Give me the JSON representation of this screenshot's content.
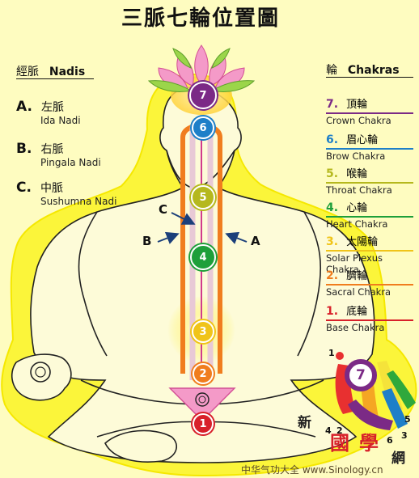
{
  "title": "三脈七輪位置圖",
  "nadis": {
    "header_zh": "經脈",
    "header_en": "Nadis",
    "items": [
      {
        "letter": "A.",
        "zh": "左脈",
        "en": "Ida Nadi"
      },
      {
        "letter": "B.",
        "zh": "右脈",
        "en": "Pingala Nadi"
      },
      {
        "letter": "C.",
        "zh": "中脈",
        "en": "Sushumna Nadi"
      }
    ]
  },
  "chakras": {
    "header_zh": "輪",
    "header_en": "Chakras",
    "items": [
      {
        "num": "7.",
        "zh": "頂輪",
        "en": "Crown Chakra",
        "color": "#7b2a86"
      },
      {
        "num": "6.",
        "zh": "眉心輪",
        "en": "Brow Chakra",
        "color": "#1e7fc8"
      },
      {
        "num": "5.",
        "zh": "喉輪",
        "en": "Throat Chakra",
        "color": "#b5b81e"
      },
      {
        "num": "4.",
        "zh": "心輪",
        "en": "Heart Chakra",
        "color": "#1e9f3a"
      },
      {
        "num": "3.",
        "zh": "太陽輪",
        "en": "Solar Plexus Chakra",
        "color": "#f0c419"
      },
      {
        "num": "2.",
        "zh": "臍輪",
        "en": "Sacral Chakra",
        "color": "#f07d1e"
      },
      {
        "num": "1.",
        "zh": "底輪",
        "en": "Base Chakra",
        "color": "#d8202a"
      }
    ]
  },
  "diagram": {
    "label_a": "A",
    "label_b": "B",
    "label_c": "C",
    "chakra_numbers": [
      "7",
      "6",
      "5",
      "4",
      "3",
      "2",
      "1"
    ],
    "hand_numbers": [
      "1",
      "2",
      "3",
      "4",
      "5",
      "6",
      "7"
    ],
    "colors": {
      "ida": "#f07d1e",
      "pingala": "#f07d1e",
      "sushumna": "#d23b8c",
      "central_channel": "#e8c9d6",
      "aura": "#ffff00",
      "body_fill": "#fdfbd8",
      "outline": "#222222"
    }
  },
  "watermark": {
    "chars": [
      "新",
      "國",
      "學",
      "網"
    ],
    "url": "中华气功大全 www.Sinology.cn"
  }
}
